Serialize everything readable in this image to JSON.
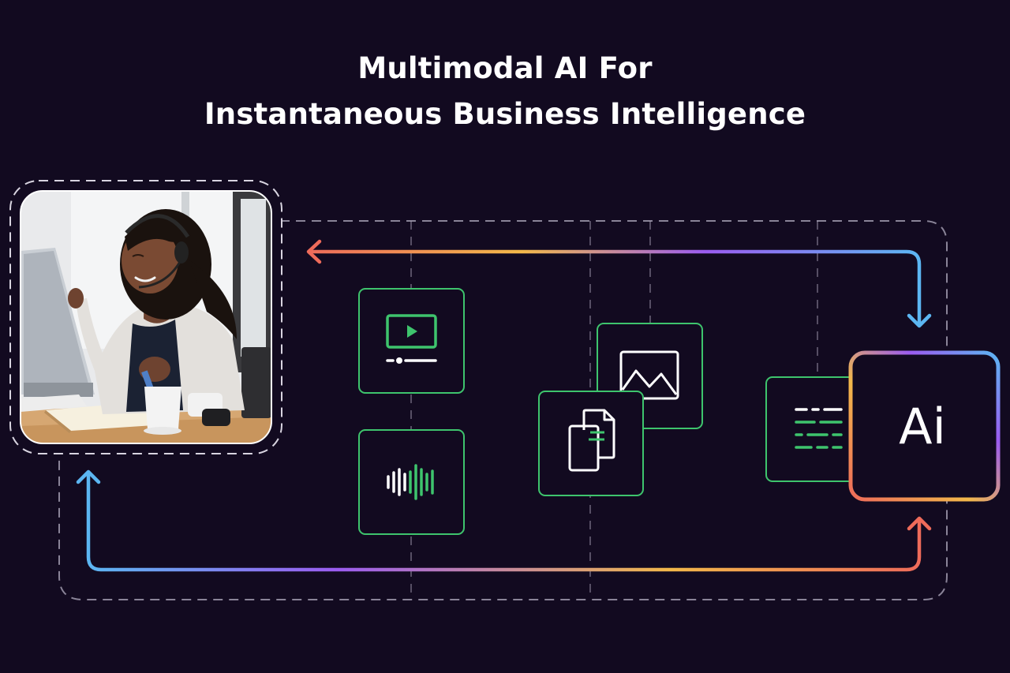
{
  "title": {
    "line1": "Multimodal AI For",
    "line2": "Instantaneous Business Intelligence"
  },
  "photo": {
    "subject": "Customer support agent wearing headset at desk with monitor"
  },
  "modalities": [
    {
      "id": "video",
      "icon": "video-play-icon"
    },
    {
      "id": "audio",
      "icon": "audio-waveform-icon"
    },
    {
      "id": "image",
      "icon": "image-mountain-icon"
    },
    {
      "id": "document",
      "icon": "documents-copy-icon"
    },
    {
      "id": "text",
      "icon": "text-lines-icon"
    }
  ],
  "ai_box": {
    "label": "Ai"
  },
  "colors": {
    "background": "#120a20",
    "card_border": "#3ec46d",
    "dash": "#a9a2b6",
    "gradient": [
      "#ee6b5a",
      "#f2b84a",
      "#9b5cf0",
      "#5cb6f2"
    ]
  }
}
